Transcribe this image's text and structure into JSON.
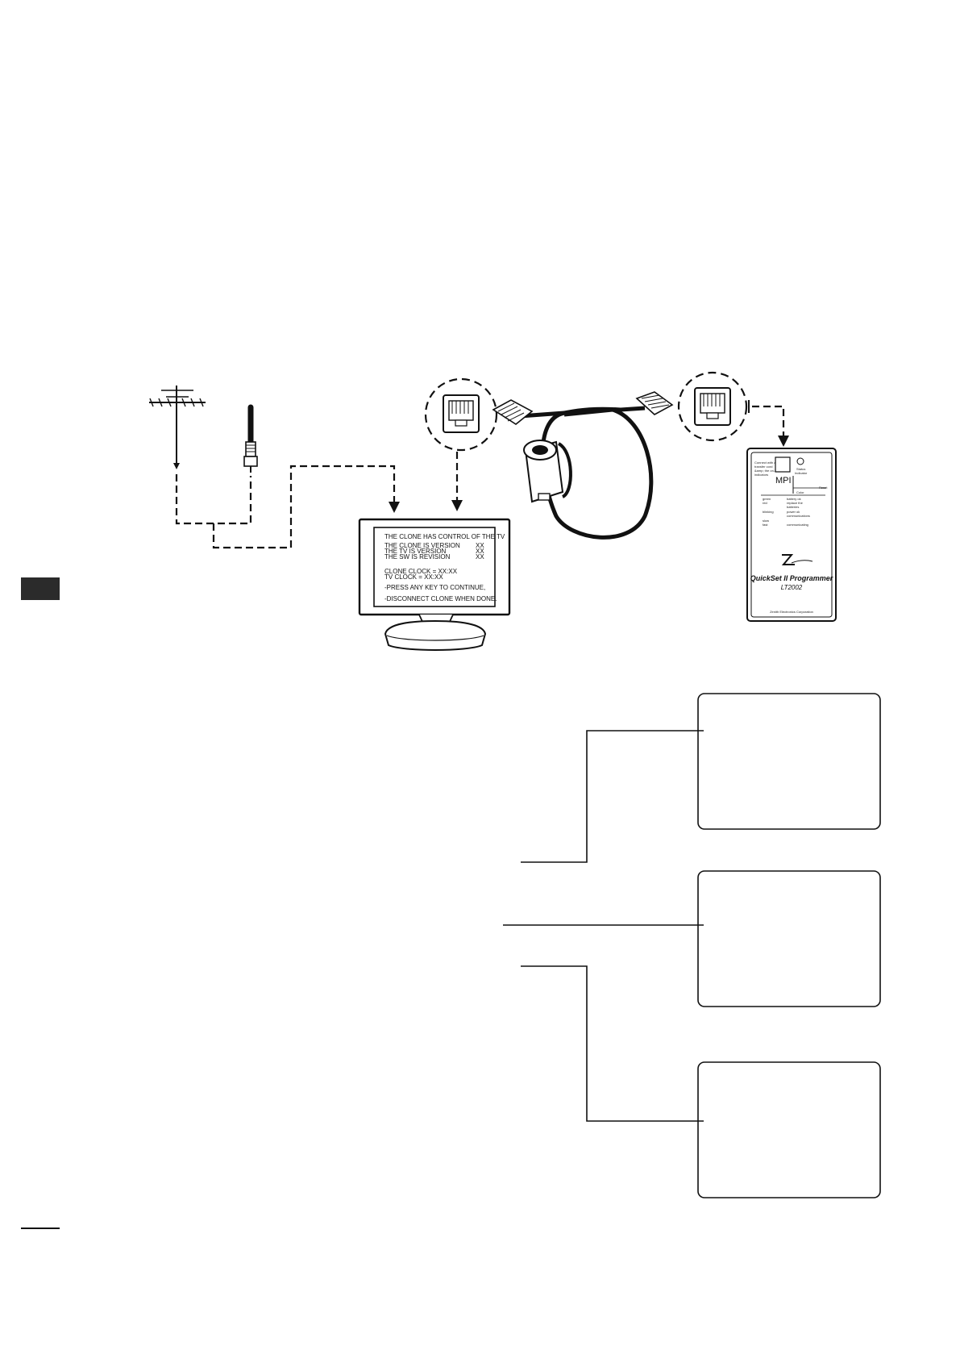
{
  "tv_screen": {
    "lines": [
      "THE CLONE HAS CONTROL OF THE TV",
      "THE CLONE IS VERSION",
      "THE TV IS VERSION",
      "THE SW IS REVISION",
      "CLONE CLOCK   = XX:XX",
      "TV CLOCK         = XX:XX",
      "-PRESS ANY KEY TO CONTINUE,",
      "-DISCONNECT CLONE WHEN DONE."
    ],
    "values": [
      "XX",
      "XX",
      "XX"
    ]
  },
  "programmer": {
    "name": "QuickSet II Programmer",
    "model": "LT2002",
    "port_label": "MPI",
    "small_labels": [
      "Connect with a",
      "transfer cord",
      "&amp; the on-board",
      "indicators",
      "Status",
      "Indicator",
      "Reset",
      "Color",
      "green",
      "red",
      "blinking",
      "slow",
      "fast",
      "battery ok",
      "replace the",
      "batteries",
      "power ok",
      "communications",
      "communicating",
      "Zenith Electronics Corporation"
    ]
  },
  "colors": {
    "ink": "#111111",
    "tab": "#2b2b2b"
  }
}
